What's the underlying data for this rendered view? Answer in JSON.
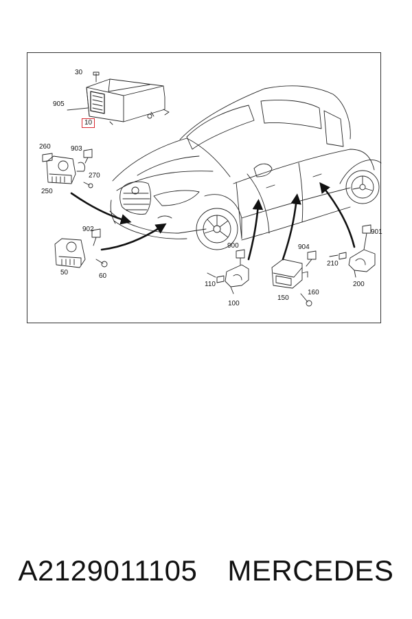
{
  "diagram": {
    "labels": {
      "p30": "30",
      "p905": "905",
      "p10": "10",
      "p260": "260",
      "p903": "903",
      "p270": "270",
      "p250": "250",
      "p902": "902",
      "p50": "50",
      "p60": "60",
      "p900": "900",
      "p110": "110",
      "p100": "100",
      "p904": "904",
      "p150": "150",
      "p160": "160",
      "p901": "901",
      "p210": "210",
      "p200": "200"
    },
    "highlight_color": "#d9282f"
  },
  "caption": {
    "part_number": "A2129011105",
    "brand": "MERCEDES"
  }
}
